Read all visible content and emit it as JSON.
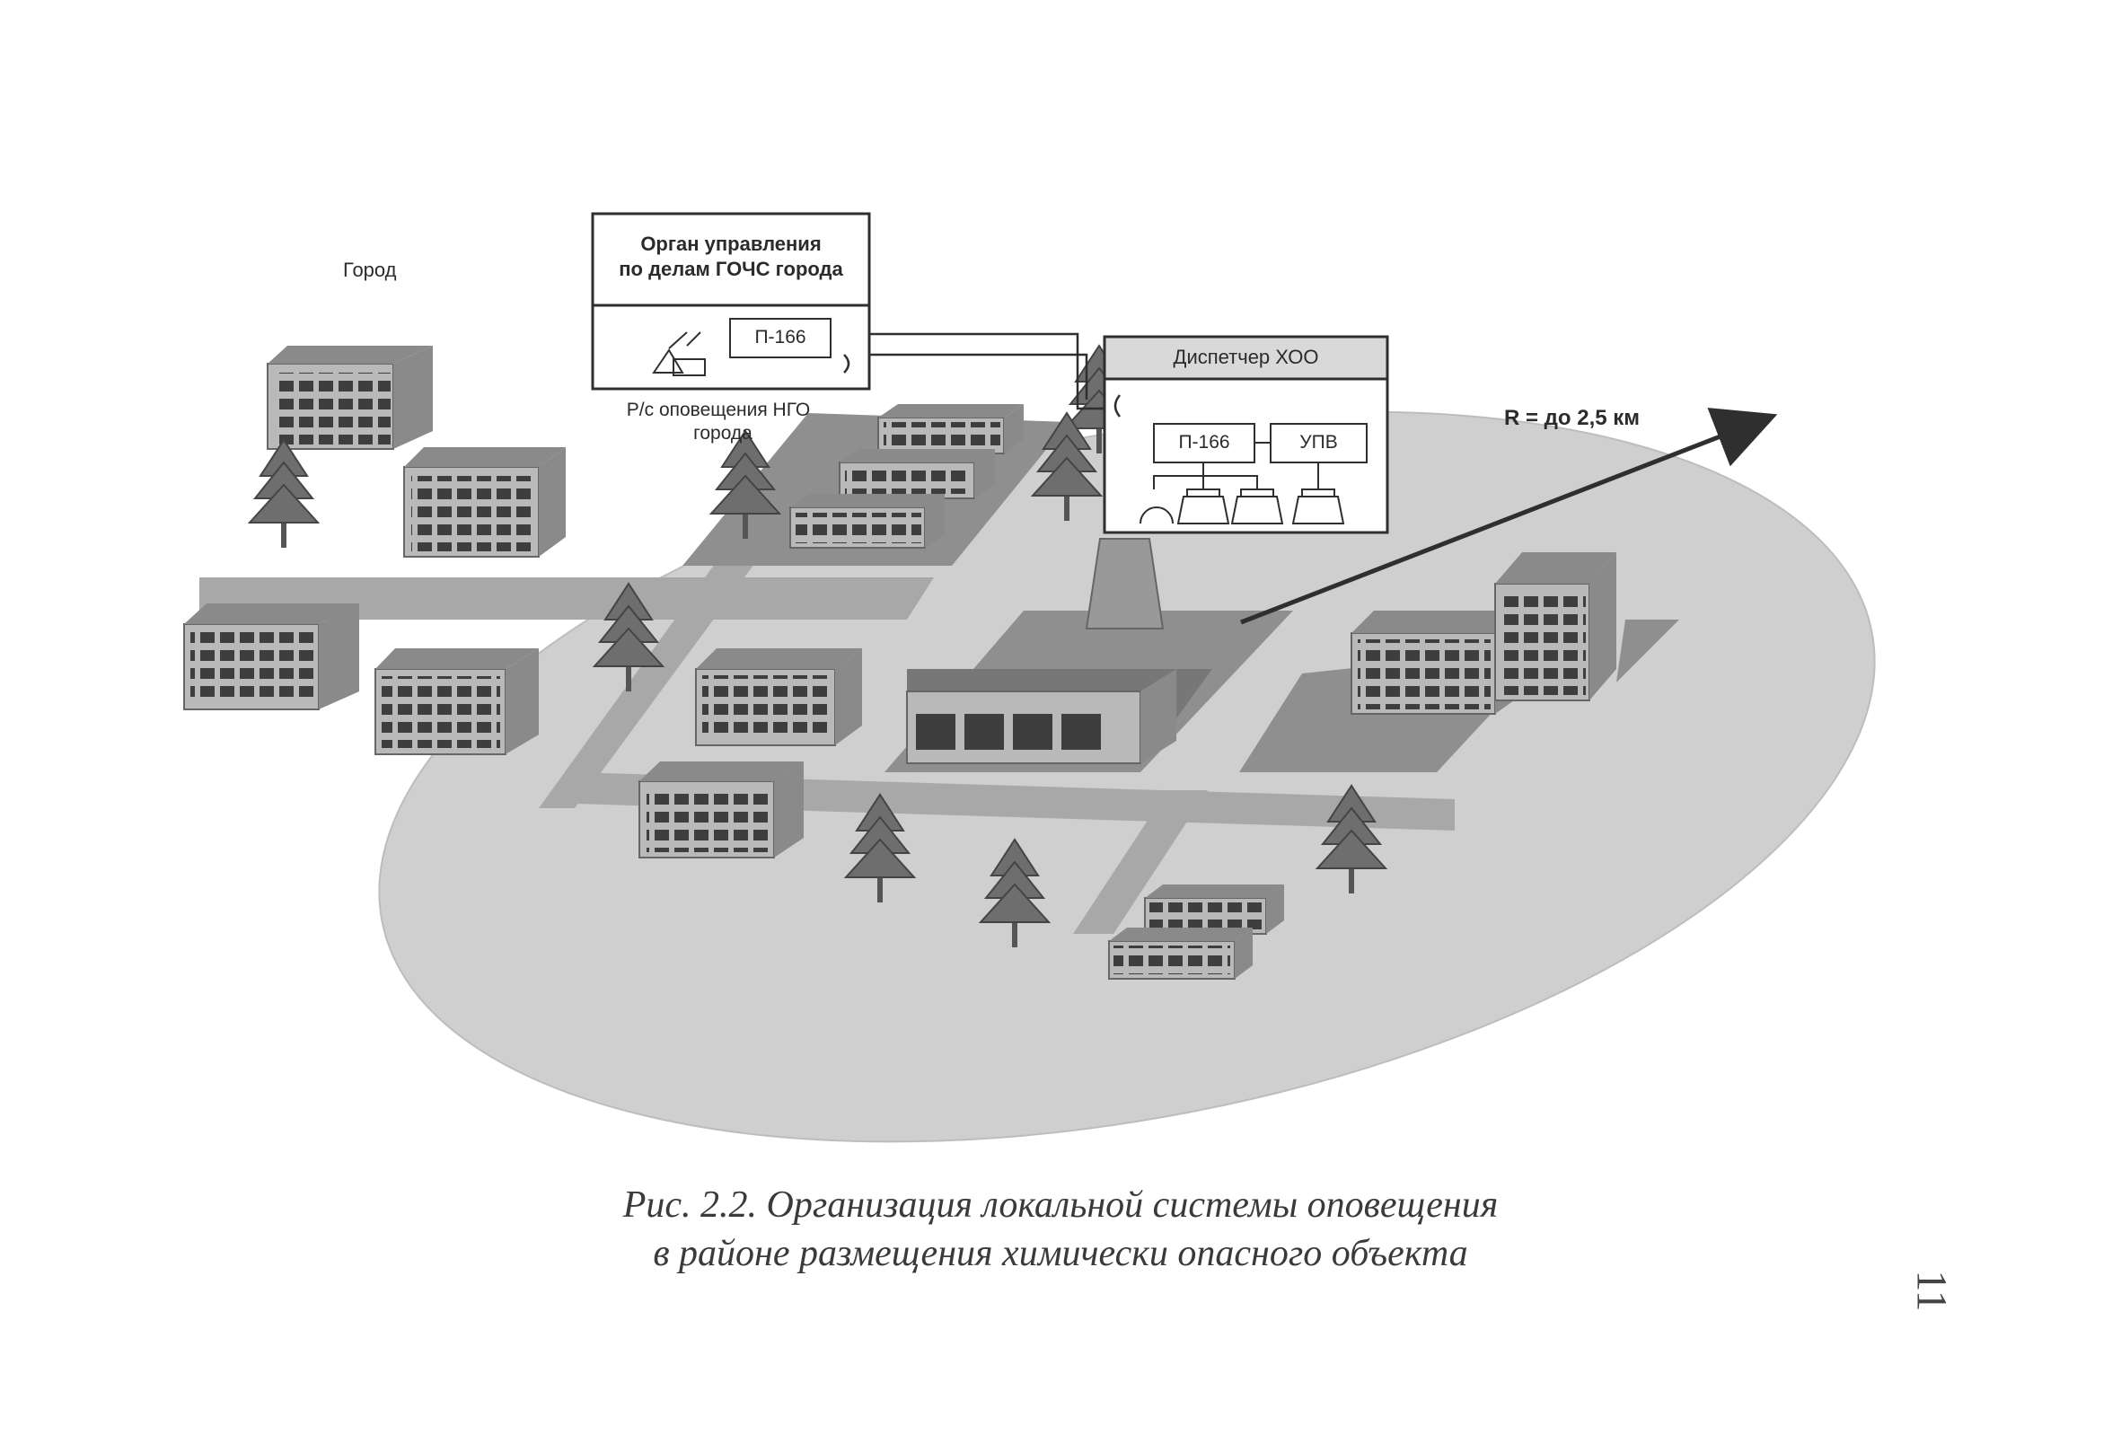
{
  "labels": {
    "city": "Город",
    "authority_line1": "Орган управления",
    "authority_line2": "по делам ГОЧС города",
    "p166_city": "П-166",
    "radio_station_line1": "Р/с оповещения НГО",
    "radio_station_line2": "города",
    "dispatcher": "Диспетчер ХОО",
    "p166_object": "П-166",
    "upv": "УПВ",
    "radius": "R = до 2,5 км"
  },
  "caption": {
    "line1": "Рис. 2.2. Организация локальной системы оповещения",
    "line2": "в районе размещения химически опасного объекта"
  },
  "page_number": "11",
  "colors": {
    "zone": "#cfcfcf",
    "road": "#a8a8a8",
    "block": "#8f8f8f",
    "building_front": "#b9b9b9",
    "building_side": "#8a8a8a",
    "window": "#3e3e3e",
    "tree": "#6e6e6e",
    "line": "#2f2f2f"
  }
}
